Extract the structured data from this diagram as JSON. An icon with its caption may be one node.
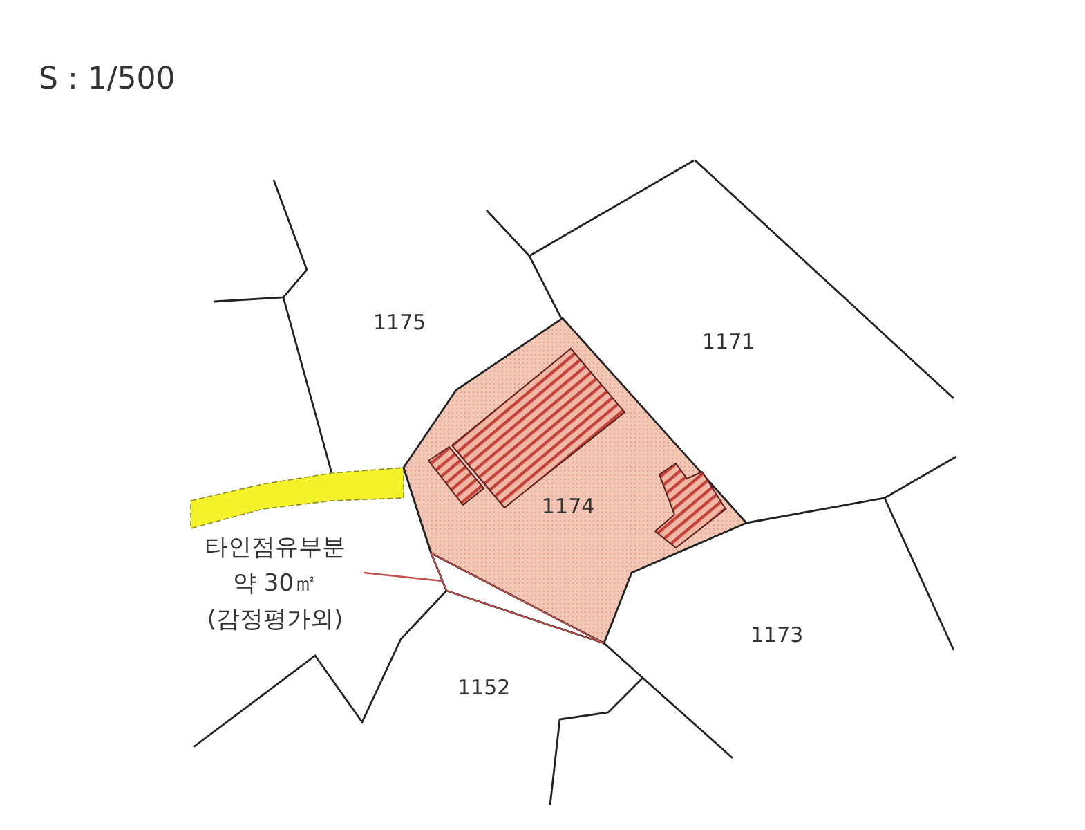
{
  "diagram": {
    "nodes": [
      {
        "text": [
          "1174"
        ]
      },
      {
        "text": [
          "타인점유부분",
          "약 30㎡",
          "(감정평가외)"
        ]
      },
      {
        "text": [],
        "shape": "triangle"
      }
    ],
    "edges": [
      {
        "from": 1,
        "to": 2,
        "arrow": "none",
        "color": "#c0504d"
      }
    ],
    "labels": [
      "S : 1/500",
      "1175",
      "1171",
      "1173",
      "1152"
    ]
  }
}
